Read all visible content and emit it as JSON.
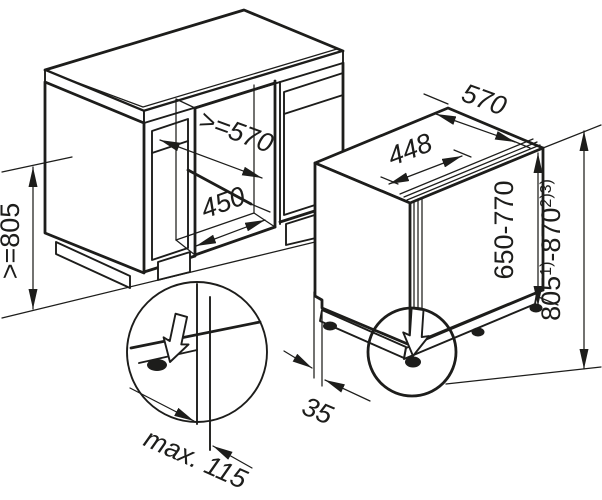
{
  "diagram": {
    "type": "installation-dimensions",
    "subject": "built-under dishwasher and kitchen counter niche",
    "units": "mm",
    "colors": {
      "line": "#1d1d1b",
      "background": "#ffffff"
    },
    "labels": {
      "niche_height": ">=805",
      "niche_depth": ">=570",
      "niche_width": "450",
      "appliance_width": "448",
      "appliance_depth": "570",
      "door_panel_height": "650-770",
      "appliance_height_base": "805",
      "appliance_height_sup1": "1)",
      "appliance_height_range": "-870",
      "appliance_height_sup2": "2)3)",
      "foot_recess": "35",
      "plinth_depth_max": "max. 115"
    }
  }
}
